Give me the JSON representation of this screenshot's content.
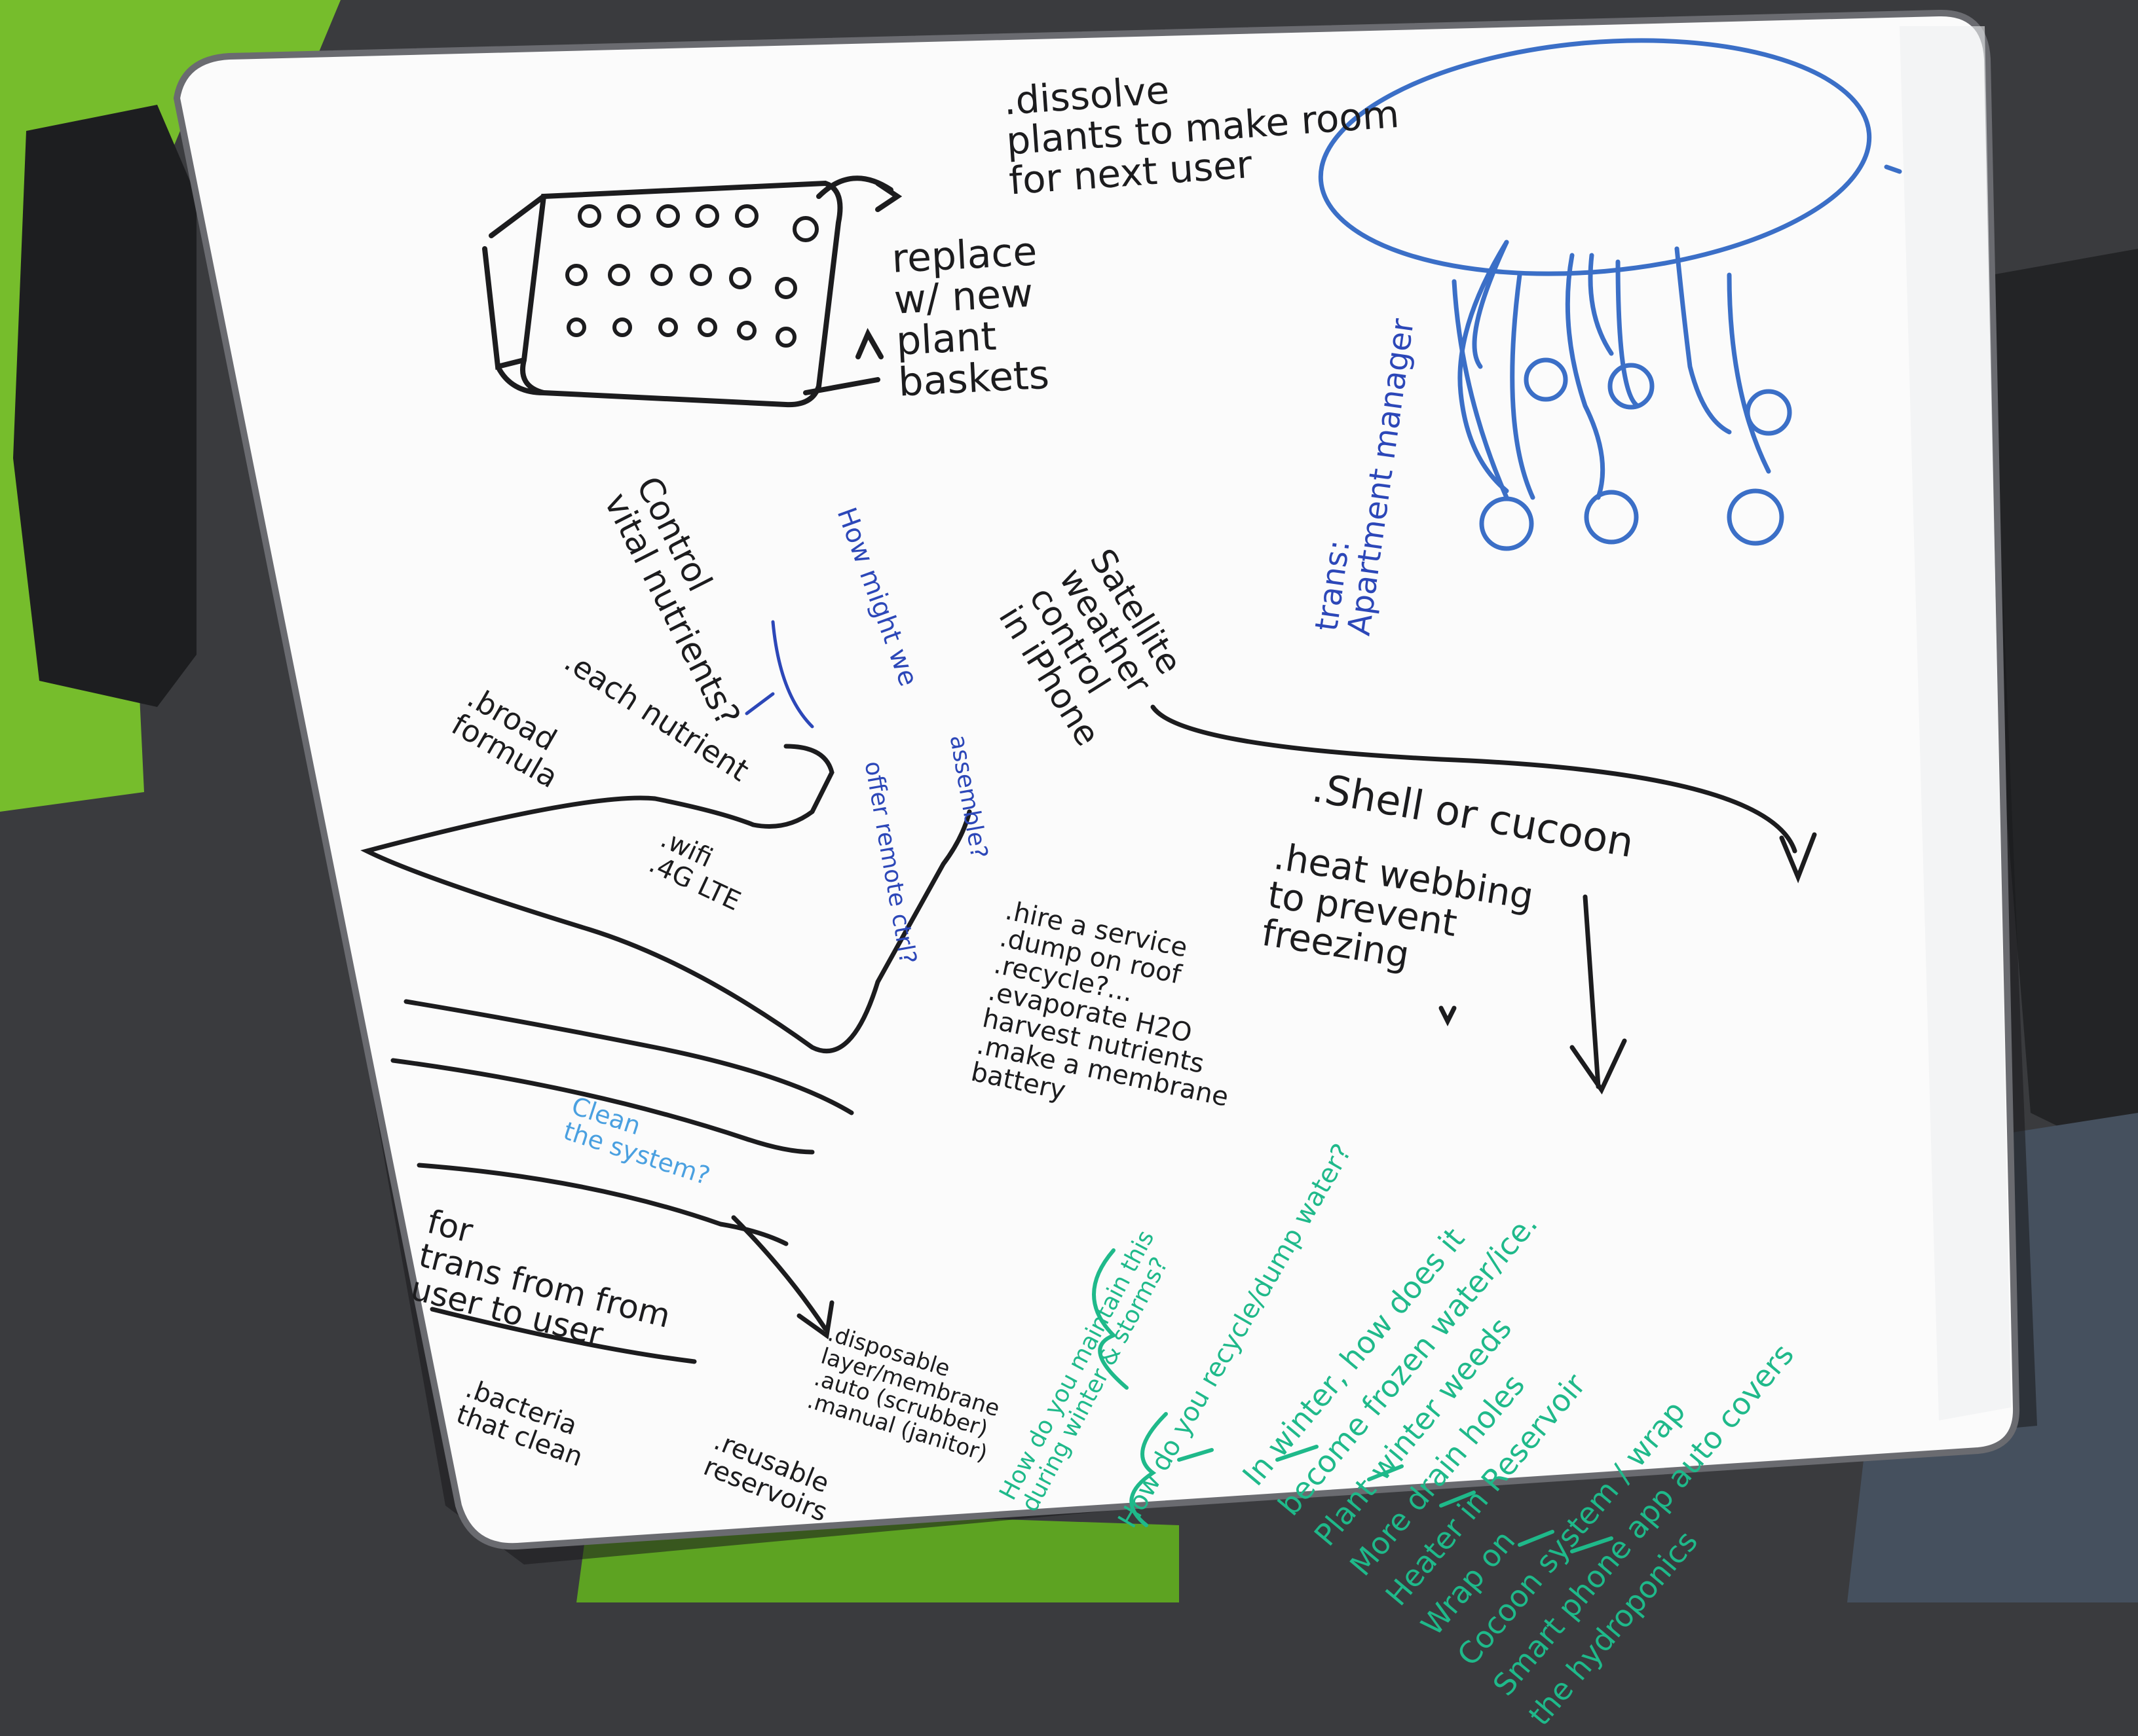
{
  "colors": {
    "board": "#fbfbfb",
    "black_marker": "#1c1c1e",
    "blue_marker": "#2c47b8",
    "light_blue_marker": "#4aa0e0",
    "green_marker": "#1fb98a",
    "floor": "#3a3b3e",
    "chair_green": "#76bd2c"
  },
  "whiteboard": {
    "dissolve": ".dissolve\nplants to make room\nfor next user",
    "replace": "replace\nw/ new\nplant\nbaskets",
    "trans_apartment": "trans:\nApartment manager",
    "control_vital": "Control\nvital nutrients?",
    "how_might_we": "How might we",
    "each_nutrient": ".each nutrient",
    "broad_formula": ".broad\nformula",
    "satellite": "Satellite\nweather\ncontrol\nin iPhone",
    "offer_remote": "offer remote ctrl?",
    "assemble": "assemble?",
    "wifi": ".wifi\n.4G LTE",
    "shell": ".Shell or cucoon",
    "heat_webbing": ".heat webbing\nto prevent\nfreezing",
    "hire_list": ".hire a service\n.dump on roof\n.recycle?...\n.evaporate H2O\nharvest nutrients\n.make a membrane\nbattery",
    "clean_system": "Clean\nthe system?",
    "trans_for": "for\ntrans from from\nuser to user",
    "disposable_list": ".disposable\nlayer/membrane\n.auto (scrubber)\n.manual (janitor)",
    "reusable": ".reusable\nreservoirs",
    "bacteria": ".bacteria\nthat clean",
    "how_winter": "How do you maintain this\nduring winter & storms?",
    "how_recycle": "How do you recycle/dump water?",
    "green_list": "In winter, how does it\nbecome frozen water/ice.\nPlant winter weeds\nMore drain holes\nHeater in Reservoir\nWrap on\nCocoon system / wrap\nSmart phone app auto covers\nthe hydroponics"
  }
}
